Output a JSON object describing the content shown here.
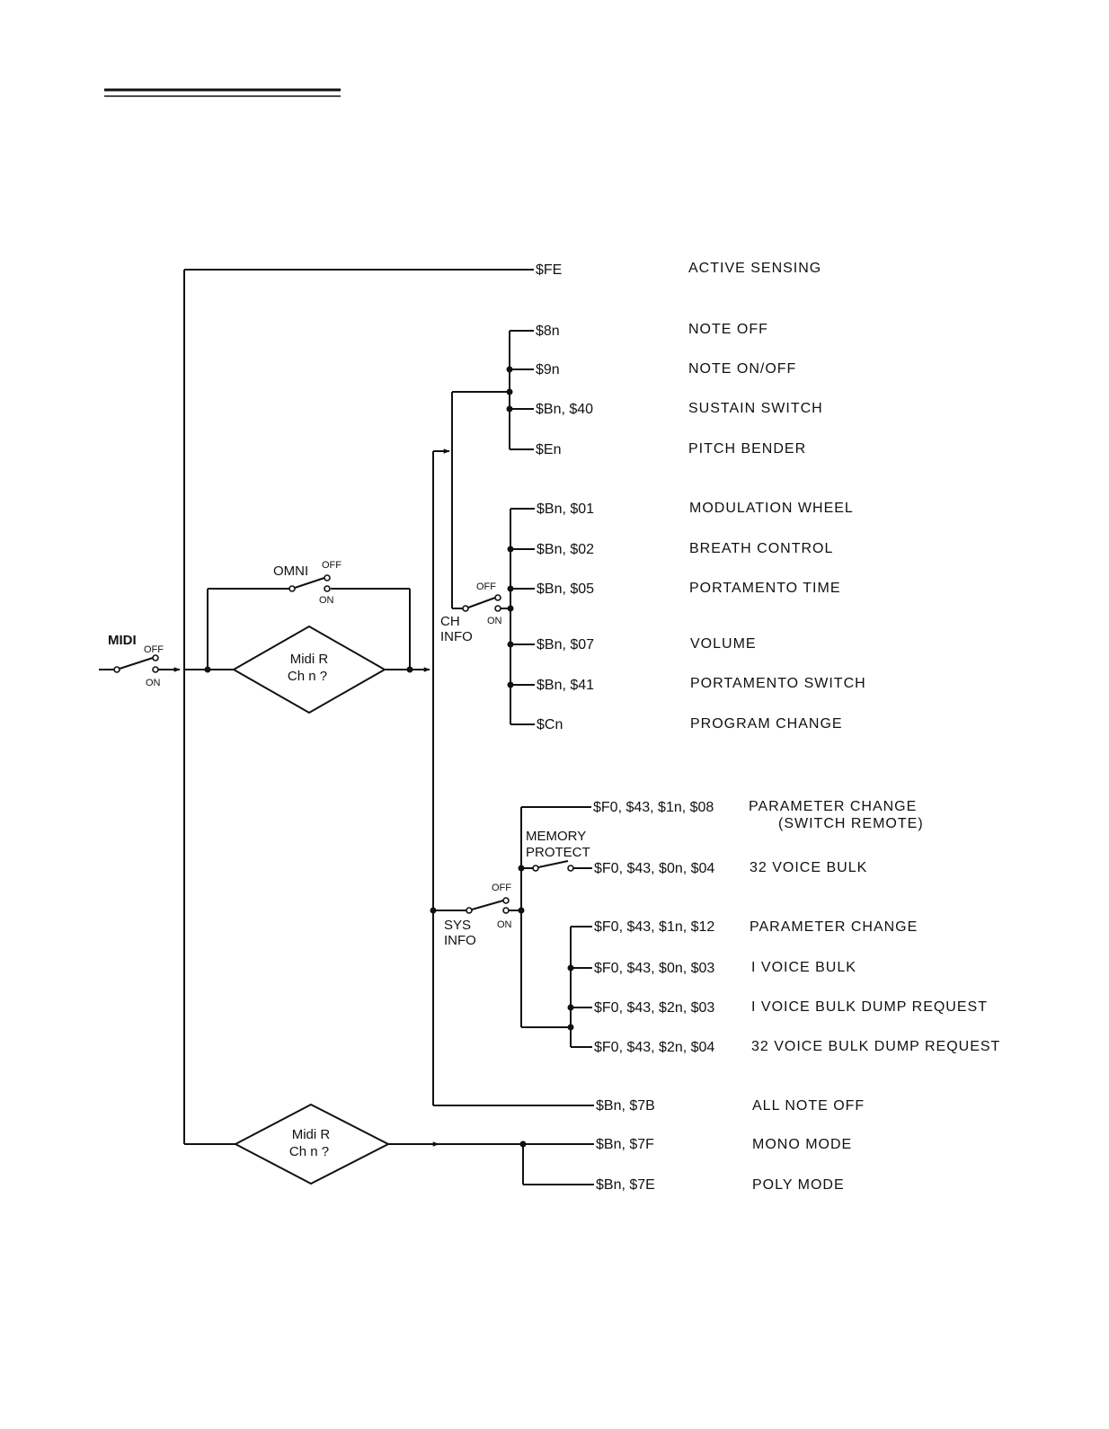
{
  "labels": {
    "midi": "MIDI",
    "off": "OFF",
    "on": "ON",
    "omni": "OMNI",
    "decision_line1": "Midi R",
    "decision_line2": "Ch  n ?",
    "ch_info_1": "CH",
    "ch_info_2": "INFO",
    "sys_info_1": "SYS",
    "sys_info_2": "INFO",
    "memory_protect_1": "MEMORY",
    "memory_protect_2": "PROTECT"
  },
  "messages": [
    {
      "code": "$FE",
      "desc": "ACTIVE  SENSING"
    },
    {
      "code": "$8n",
      "desc": "NOTE  OFF"
    },
    {
      "code": "$9n",
      "desc": "NOTE  ON/OFF"
    },
    {
      "code": "$Bn, $40",
      "desc": "SUSTAIN  SWITCH"
    },
    {
      "code": "$En",
      "desc": "PITCH  BENDER"
    },
    {
      "code": "$Bn, $01",
      "desc": "MODULATION  WHEEL"
    },
    {
      "code": "$Bn, $02",
      "desc": "BREATH  CONTROL"
    },
    {
      "code": "$Bn, $05",
      "desc": "PORTAMENTO  TIME"
    },
    {
      "code": "$Bn, $07",
      "desc": "VOLUME"
    },
    {
      "code": "$Bn, $41",
      "desc": "PORTAMENTO  SWITCH"
    },
    {
      "code": "$Cn",
      "desc": "PROGRAM  CHANGE"
    },
    {
      "code": "$F0, $43, $1n, $08",
      "desc": "PARAMETER  CHANGE",
      "desc2": "(SWITCH  REMOTE)"
    },
    {
      "code": "$F0, $43, $0n, $04",
      "desc": "32  VOICE  BULK"
    },
    {
      "code": "$F0, $43, $1n, $12",
      "desc": "PARAMETER  CHANGE"
    },
    {
      "code": "$F0, $43, $0n, $03",
      "desc": "I  VOICE  BULK"
    },
    {
      "code": "$F0, $43, $2n, $03",
      "desc": "I  VOICE  BULK  DUMP  REQUEST"
    },
    {
      "code": "$F0, $43, $2n, $04",
      "desc": "32  VOICE  BULK  DUMP  REQUEST"
    },
    {
      "code": "$Bn, $7B",
      "desc": "ALL  NOTE  OFF"
    },
    {
      "code": "$Bn, $7F",
      "desc": "MONO  MODE"
    },
    {
      "code": "$Bn, $7E",
      "desc": "POLY  MODE"
    }
  ]
}
